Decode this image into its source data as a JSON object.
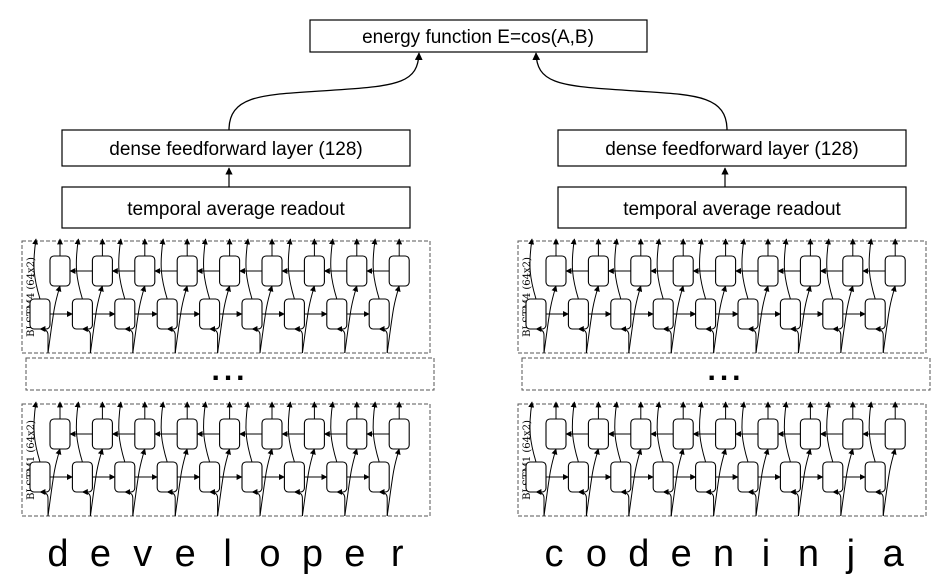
{
  "energy": {
    "label": "energy function E=cos(A,B)"
  },
  "towers": [
    {
      "dense_label": "dense feedforward layer (128)",
      "readout_label": "temporal average readout",
      "top_lstm_label": "BLSTM4 (64x2)",
      "bottom_lstm_label": "BLSTM1 (64x2)",
      "ellipsis": "...",
      "chars": [
        "d",
        "e",
        "v",
        "e",
        "l",
        "o",
        "p",
        "e",
        "r"
      ]
    },
    {
      "dense_label": "dense feedforward layer (128)",
      "readout_label": "temporal average readout",
      "top_lstm_label": "BLSTM4 (64x2)",
      "bottom_lstm_label": "BLSTM1 (64x2)",
      "ellipsis": "...",
      "chars": [
        "c",
        "o",
        "d",
        "e",
        "n",
        "i",
        "n",
        "j",
        "a"
      ]
    }
  ]
}
